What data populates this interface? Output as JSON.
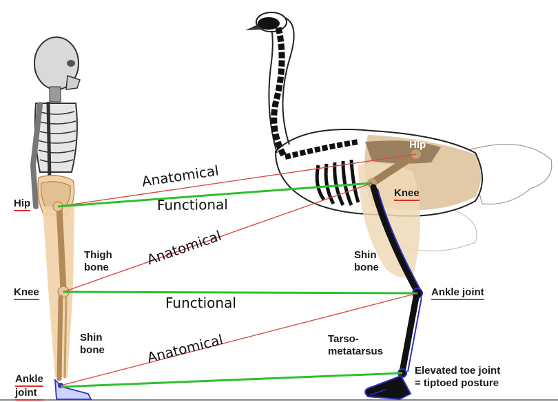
{
  "colors": {
    "bone_highlight": "#f2d2a6",
    "ostrich_highlight": "#d9b88a",
    "functional_line": "#2ec02e",
    "anatomical_line": "#d84a4a",
    "label_underline": "#d93025",
    "skeleton": "#111111"
  },
  "human_labels": {
    "hip": "Hip",
    "knee": "Knee",
    "ankle_line1": "Ankle",
    "ankle_line2": "joint",
    "thigh_line1": "Thigh",
    "thigh_line2": "bone",
    "shin_line1": "Shin",
    "shin_line2": "bone"
  },
  "ostrich_labels": {
    "hip": "Hip",
    "knee": "Knee",
    "ankle": "Ankle joint",
    "shin_line1": "Shin",
    "shin_line2": "bone",
    "tarso_line1": "Tarso-",
    "tarso_line2": "metatarsus",
    "toe_line1": "Elevated toe joint",
    "toe_line2": "= tiptoed posture"
  },
  "connectors": {
    "anatomical_1": "Anatomical",
    "functional_1": "Functional",
    "anatomical_2": "Anatomical",
    "functional_2": "Functional",
    "anatomical_3": "Anatomical"
  }
}
